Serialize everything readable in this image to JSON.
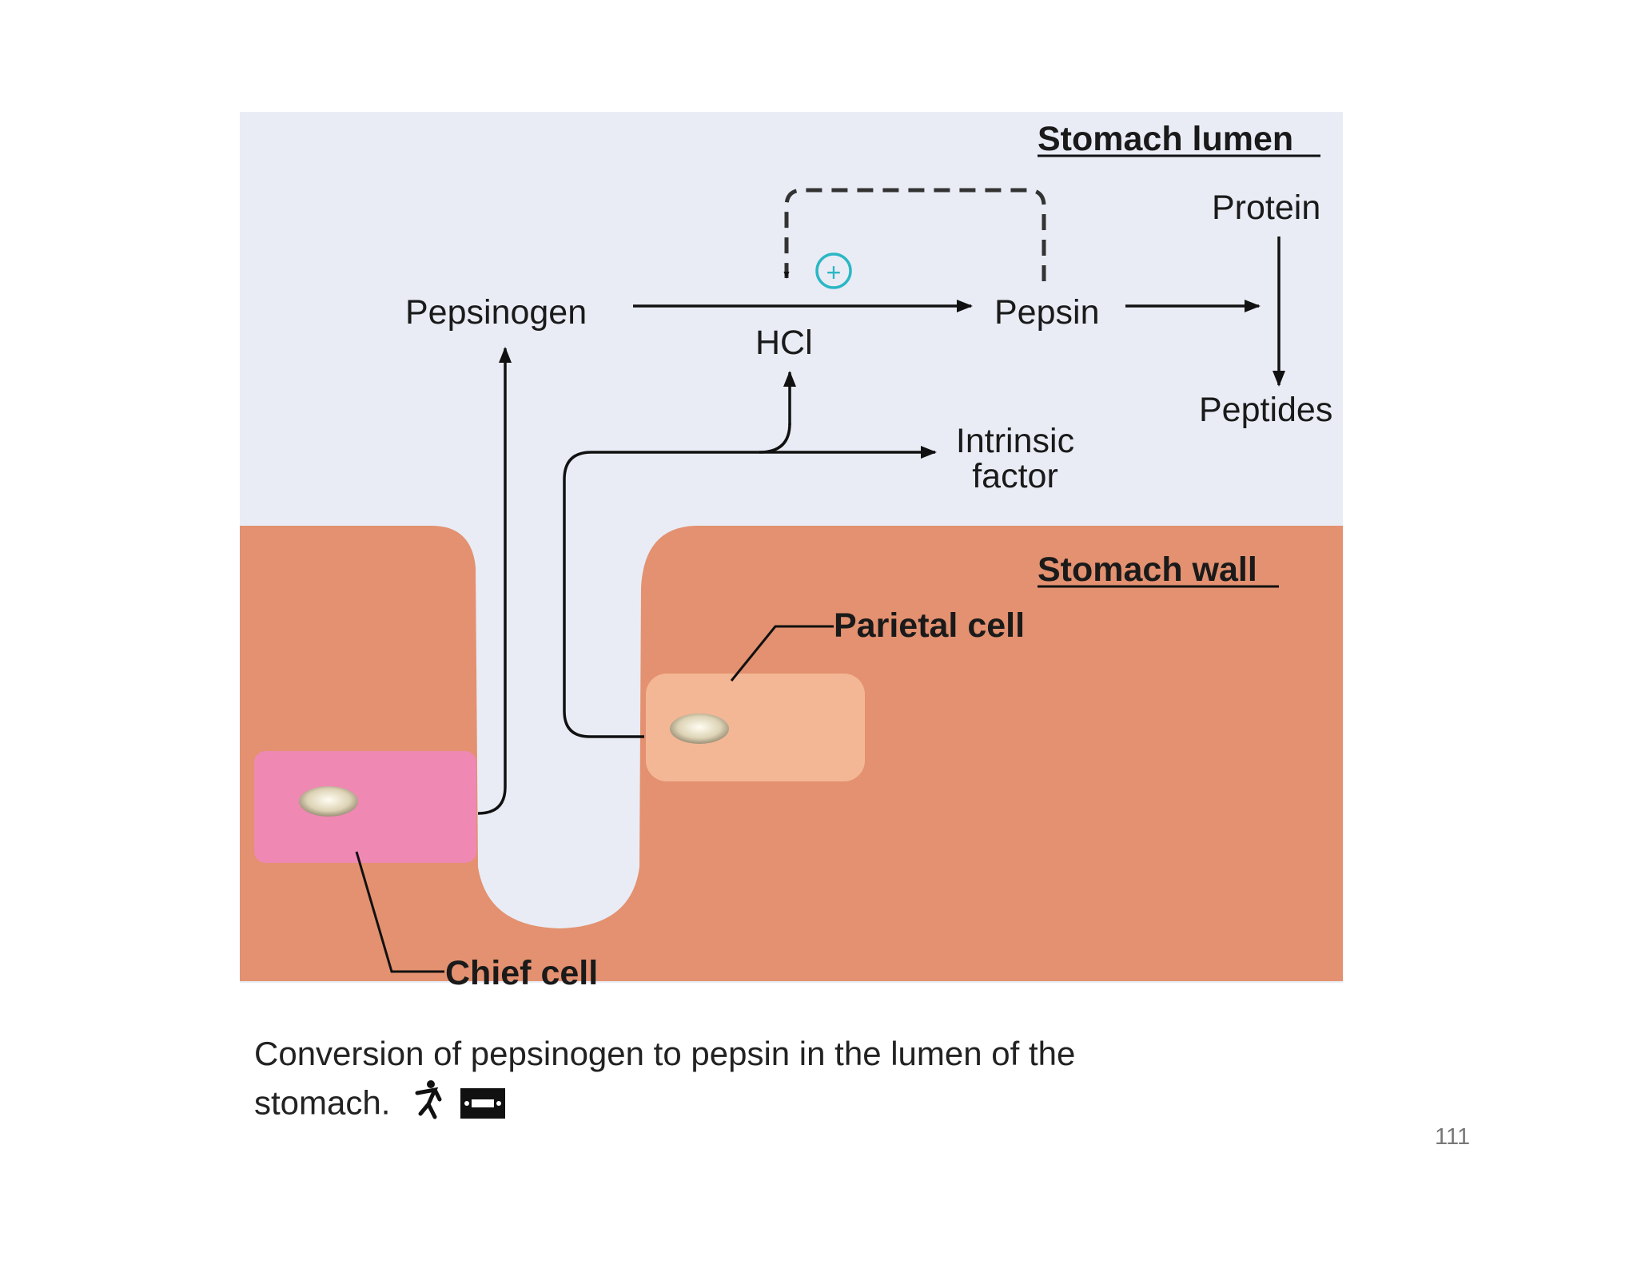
{
  "labels": {
    "stomach_lumen": "Stomach lumen",
    "stomach_wall": "Stomach wall",
    "protein": "Protein",
    "pepsinogen": "Pepsinogen",
    "hcl": "HCl",
    "pepsin": "Pepsin",
    "peptides": "Peptides",
    "intrinsic_factor_line1": "Intrinsic",
    "intrinsic_factor_line2": "factor",
    "parietal_cell": "Parietal cell",
    "chief_cell": "Chief cell",
    "positive_sign": "+"
  },
  "caption": {
    "line1": "Conversion of pepsinogen to pepsin in the lumen of the",
    "line2": "stomach."
  },
  "page_number": "111",
  "colors": {
    "lumen": "#e9ecf5",
    "wall": "#e39170",
    "chief_cell": "#ef88b2",
    "parietal_cell": "#f3b796",
    "arrow": "#111111",
    "positive_circle": "#2bb7c4"
  }
}
